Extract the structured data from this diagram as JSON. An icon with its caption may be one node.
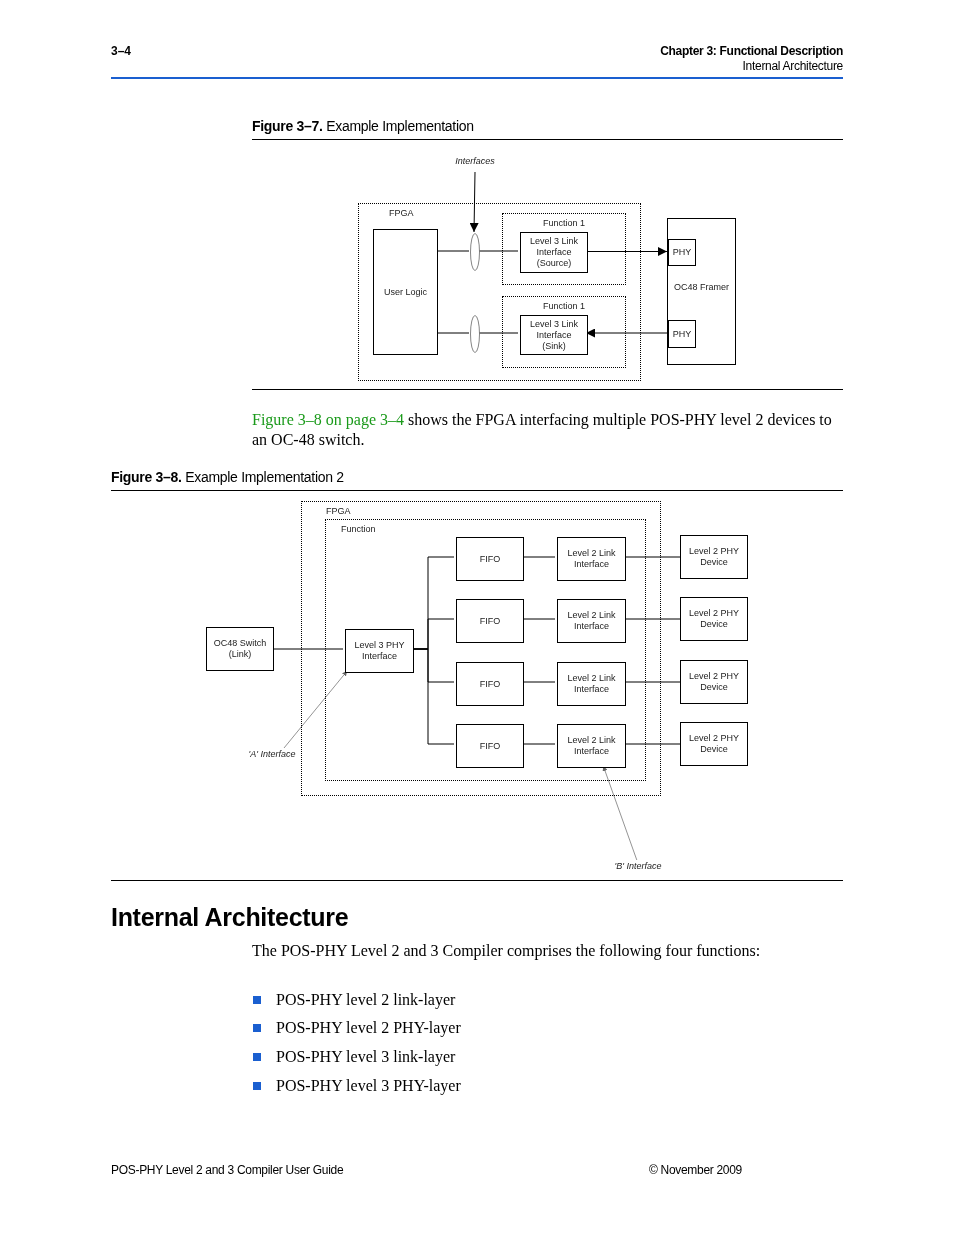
{
  "diagram": {
    "nodes": [
      {
        "text": [
          "Interfaces"
        ]
      },
      {
        "text": [
          "FPGA"
        ]
      },
      {
        "text": [
          "User Logic"
        ],
        "in": 1
      },
      {
        "text": [],
        "shape": "ellipse",
        "in": 1
      },
      {
        "text": [
          "Function 1"
        ],
        "in": 1
      },
      {
        "text": [
          "Level 3 Link Interface (Source)"
        ],
        "in": 4
      },
      {
        "text": [],
        "shape": "ellipse",
        "in": 1
      },
      {
        "text": [
          "Function 1"
        ],
        "in": 1
      },
      {
        "text": [
          "Level 3 Link Interface (Sink)"
        ],
        "in": 7
      },
      {
        "text": [
          "OC48 Framer"
        ]
      },
      {
        "text": [
          "PHY"
        ],
        "in": 9
      },
      {
        "text": [
          "PHY"
        ],
        "in": 9
      },
      {
        "text": [
          "OC48 Switch (Link)"
        ]
      },
      {
        "text": [
          "FPGA"
        ]
      },
      {
        "text": [
          "Function"
        ],
        "in": 13
      },
      {
        "text": [
          "Level 3 PHY Interface"
        ],
        "in": 14
      },
      {
        "text": [
          "FIFO"
        ],
        "in": 14
      },
      {
        "text": [
          "FIFO"
        ],
        "in": 14
      },
      {
        "text": [
          "FIFO"
        ],
        "in": 14
      },
      {
        "text": [
          "FIFO"
        ],
        "in": 14
      },
      {
        "text": [
          "Level 2 Link Interface"
        ],
        "in": 14
      },
      {
        "text": [
          "Level 2 Link Interface"
        ],
        "in": 14
      },
      {
        "text": [
          "Level 2 Link Interface"
        ],
        "in": 14
      },
      {
        "text": [
          "Level 2 Link Interface"
        ],
        "in": 14
      },
      {
        "text": [
          "Level 2 PHY Device"
        ]
      },
      {
        "text": [
          "Level 2 PHY Device"
        ]
      },
      {
        "text": [
          "Level 2 PHY Device"
        ]
      },
      {
        "text": [
          "Level 2 PHY Device"
        ]
      },
      {
        "text": [
          "'A' Interface"
        ]
      },
      {
        "text": [
          "'B' Interface"
        ]
      }
    ],
    "edges": [
      {
        "from": 0,
        "to": 3,
        "arrow": "to"
      },
      {
        "from": 2,
        "to": 3,
        "arrow": "none"
      },
      {
        "from": 3,
        "to": 5,
        "arrow": "none"
      },
      {
        "from": 5,
        "to": 10,
        "arrow": "to"
      },
      {
        "from": 11,
        "to": 8,
        "arrow": "to"
      },
      {
        "from": 8,
        "to": 6,
        "arrow": "none"
      },
      {
        "from": 6,
        "to": 2,
        "arrow": "none"
      },
      {
        "from": 12,
        "to": 15,
        "arrow": "none"
      },
      {
        "from": 15,
        "to": 16,
        "arrow": "none"
      },
      {
        "from": 15,
        "to": 17,
        "arrow": "none"
      },
      {
        "from": 15,
        "to": 18,
        "arrow": "none"
      },
      {
        "from": 15,
        "to": 19,
        "arrow": "none"
      },
      {
        "from": 16,
        "to": 20,
        "arrow": "none"
      },
      {
        "from": 17,
        "to": 21,
        "arrow": "none"
      },
      {
        "from": 18,
        "to": 22,
        "arrow": "none"
      },
      {
        "from": 19,
        "to": 23,
        "arrow": "none"
      },
      {
        "from": 20,
        "to": 24,
        "arrow": "none"
      },
      {
        "from": 21,
        "to": 25,
        "arrow": "none"
      },
      {
        "from": 22,
        "to": 26,
        "arrow": "none"
      },
      {
        "from": 23,
        "to": 27,
        "arrow": "none"
      },
      {
        "from": 28,
        "to": 15,
        "arrow": "to",
        "color": "#666666"
      },
      {
        "from": 29,
        "to": 23,
        "arrow": "to",
        "color": "#666666"
      }
    ],
    "labels": [
      "3–4",
      "Chapter 3: Functional Description",
      "Internal Architecture",
      "**Figure 3–7.** Example Implementation",
      "Figure 3–8 on page 3–4",
      "shows the FPGA interfacing multiple POS-PHY level 2 devices to an OC-48 switch.",
      "**Figure 3–8.** Example Implementation 2",
      "Internal Architecture",
      "The POS-PHY Level 2 and 3 Compiler comprises the following four functions:",
      "POS-PHY level 2 link-layer",
      "POS-PHY level 2 PHY-layer",
      "POS-PHY level 3 link-layer",
      "POS-PHY level 3 PHY-layer",
      "POS-PHY Level 2 and 3 Compiler User Guide",
      "© November 2009"
    ]
  }
}
